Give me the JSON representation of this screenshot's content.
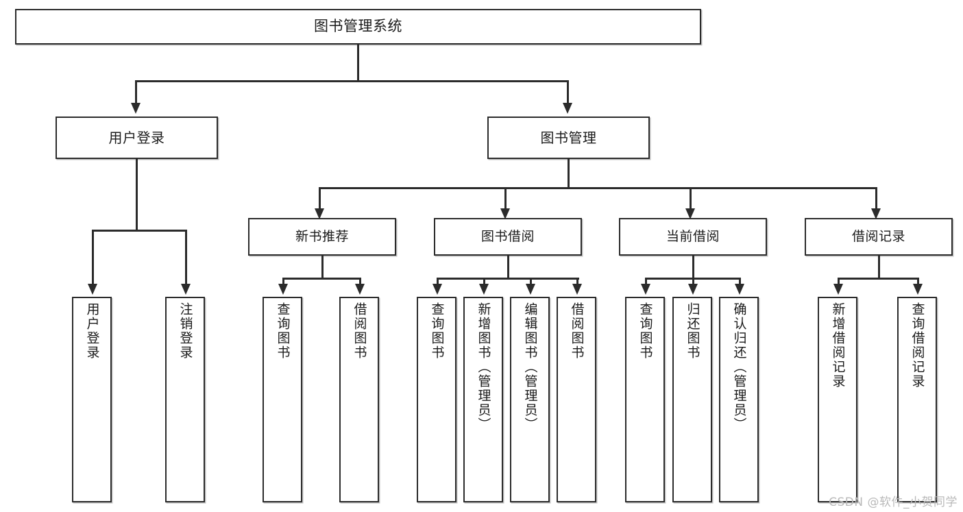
{
  "diagram": {
    "type": "tree-hierarchy-chart",
    "title": "图书管理系统",
    "orientation": "top-down",
    "colors": {
      "stroke": "#2b2b2b",
      "fill": "#ffffff",
      "shadow": "#8c8c8c",
      "watermark": "#b9b9b9"
    }
  },
  "root": {
    "label": "图书管理系统"
  },
  "level1": [
    {
      "id": "user-login",
      "label": "用户登录"
    },
    {
      "id": "book-manage",
      "label": "图书管理"
    }
  ],
  "level2": [
    {
      "id": "new-book-recommend",
      "label": "新书推荐",
      "parent": "book-manage"
    },
    {
      "id": "book-borrow",
      "label": "图书借阅",
      "parent": "book-manage"
    },
    {
      "id": "current-borrow",
      "label": "当前借阅",
      "parent": "book-manage"
    },
    {
      "id": "borrow-record",
      "label": "借阅记录",
      "parent": "book-manage"
    }
  ],
  "leaves": [
    {
      "id": "leaf-user-login",
      "label": "用户登录",
      "parent": "user-login"
    },
    {
      "id": "leaf-logout-login",
      "label": "注销登录",
      "parent": "user-login"
    },
    {
      "id": "leaf-query-book-1",
      "label": "查询图书",
      "parent": "new-book-recommend"
    },
    {
      "id": "leaf-borrow-book-1",
      "label": "借阅图书",
      "parent": "new-book-recommend"
    },
    {
      "id": "leaf-query-book-2",
      "label": "查询图书",
      "parent": "book-borrow"
    },
    {
      "id": "leaf-add-book",
      "label": "新增图书（管理员）",
      "parent": "book-borrow"
    },
    {
      "id": "leaf-edit-book",
      "label": "编辑图书（管理员）",
      "parent": "book-borrow"
    },
    {
      "id": "leaf-borrow-book-2",
      "label": "借阅图书",
      "parent": "book-borrow"
    },
    {
      "id": "leaf-query-book-3",
      "label": "查询图书",
      "parent": "current-borrow"
    },
    {
      "id": "leaf-return-book",
      "label": "归还图书",
      "parent": "current-borrow"
    },
    {
      "id": "leaf-confirm-return",
      "label": "确认归还（管理员）",
      "parent": "current-borrow"
    },
    {
      "id": "leaf-add-record",
      "label": "新增借阅记录",
      "parent": "borrow-record"
    },
    {
      "id": "leaf-query-record",
      "label": "查询借阅记录",
      "parent": "borrow-record"
    }
  ],
  "watermark": {
    "text": "CSDN @软件_小贺同学"
  }
}
